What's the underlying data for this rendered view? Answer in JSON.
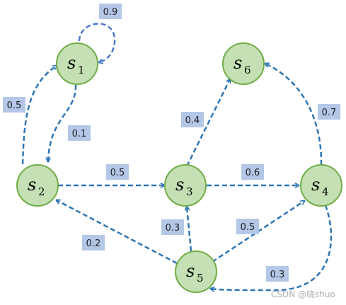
{
  "nodes": [
    {
      "id": "s1",
      "letter": "s",
      "sub": "1"
    },
    {
      "id": "s2",
      "letter": "s",
      "sub": "2"
    },
    {
      "id": "s3",
      "letter": "s",
      "sub": "3"
    },
    {
      "id": "s4",
      "letter": "s",
      "sub": "4"
    },
    {
      "id": "s5",
      "letter": "s",
      "sub": "5"
    },
    {
      "id": "s6",
      "letter": "s",
      "sub": "6"
    }
  ],
  "edges": [
    {
      "from": "s1",
      "to": "s1",
      "p": "0.9"
    },
    {
      "from": "s2",
      "to": "s1",
      "p": "0.5"
    },
    {
      "from": "s1",
      "to": "s2",
      "p": "0.1"
    },
    {
      "from": "s2",
      "to": "s3",
      "p": "0.5"
    },
    {
      "from": "s3",
      "to": "s6",
      "p": "0.4"
    },
    {
      "from": "s3",
      "to": "s4",
      "p": "0.6"
    },
    {
      "from": "s4",
      "to": "s6",
      "p": "0.7"
    },
    {
      "from": "s5",
      "to": "s2",
      "p": "0.2"
    },
    {
      "from": "s5",
      "to": "s3",
      "p": "0.3"
    },
    {
      "from": "s5",
      "to": "s4",
      "p": "0.5"
    },
    {
      "from": "s4",
      "to": "s5",
      "p": "0.3"
    }
  ],
  "watermark": "CSDN @晓shuo"
}
